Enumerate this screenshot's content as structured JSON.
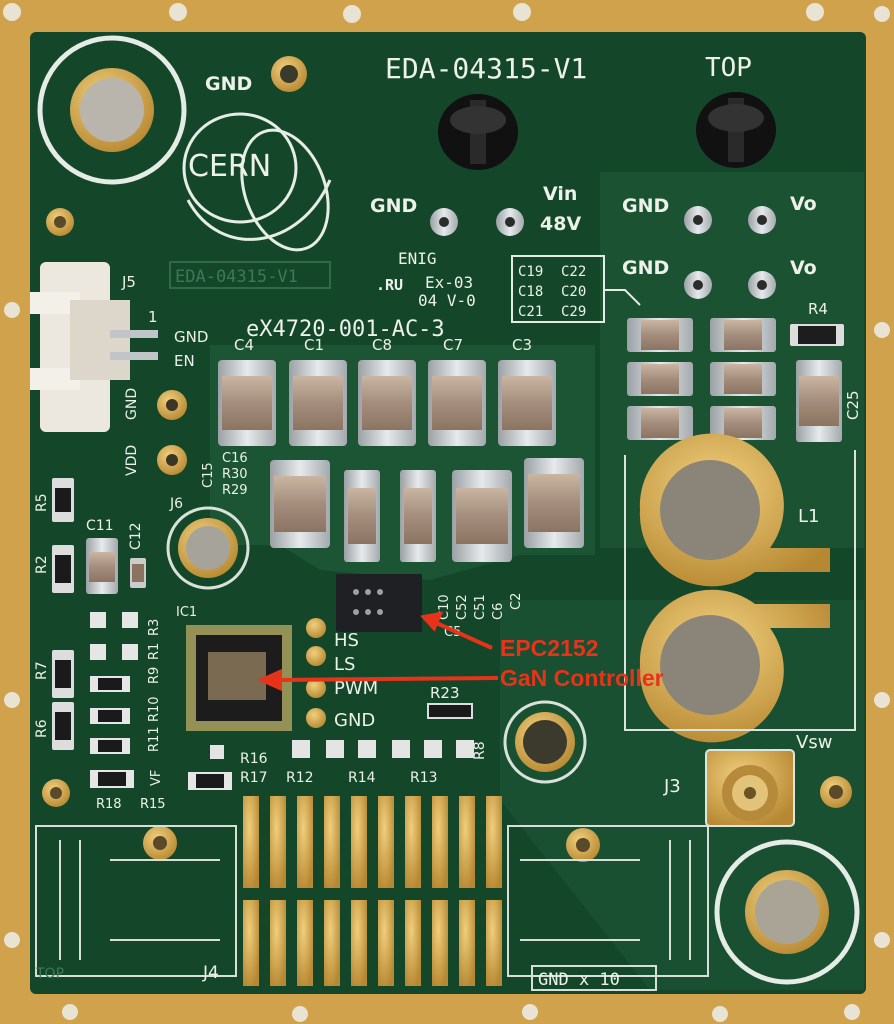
{
  "board": {
    "part_number": "EDA-04315-V1",
    "side": "TOP",
    "side_small": "TOP",
    "logo_text": "CERN",
    "logo_part": "EDA-04315-V1",
    "fab_code": "eX4720-001-AC-3",
    "finish": "ENIG",
    "ul_mark": ".RU",
    "ul_code_1": "Ex-03",
    "ul_code_2": "04 V-0",
    "gnd_count": "GND x 10"
  },
  "labels": {
    "gnd_top": "GND",
    "vin_gnd": "GND",
    "vin": "Vin",
    "vin_value": "48V",
    "vo_gnd_1": "GND",
    "vo_1": "Vo",
    "vo_gnd_2": "GND",
    "vo_2": "Vo",
    "j5": "J5",
    "j5_pin1": "1",
    "j5_gnd": "GND",
    "j5_en": "EN",
    "j6": "J6",
    "j6_gnd": "GND",
    "j6_vdd": "VDD",
    "hs": "HS",
    "ls": "LS",
    "pwm": "PWM",
    "gnd_pad": "GND",
    "vsw": "Vsw",
    "j3": "J3",
    "j4": "J4",
    "l1": "L1",
    "c19": "C19",
    "c22": "C22",
    "c18": "C18",
    "c20": "C20",
    "c21": "C21",
    "c29": "C29",
    "c4": "C4",
    "c1": "C1",
    "c8": "C8",
    "c7": "C7",
    "c3": "C3",
    "r4": "R4",
    "c25": "C25",
    "c16": "C16",
    "c15": "C15",
    "r30": "R30",
    "r29": "R29",
    "c11": "C11",
    "c12": "C12",
    "r5": "R5",
    "r2": "R2",
    "c10": "C10",
    "c52": "C52",
    "c51": "C51",
    "c6": "C6",
    "c2": "C2",
    "c5": "C5",
    "ic1": "IC1",
    "r3": "R3",
    "r1": "R1",
    "r9": "R9",
    "r7": "R7",
    "r10": "R10",
    "r11": "R11",
    "r6": "R6",
    "r23": "R23",
    "r8": "R8",
    "r16": "R16",
    "r17": "R17",
    "r12": "R12",
    "r14": "R14",
    "r13": "R13",
    "vf": "VF",
    "r18": "R18",
    "r15": "R15"
  },
  "annotation": {
    "line1": "EPC2152",
    "line2": "GaN Controller",
    "color": "#e8331b"
  },
  "colors": {
    "board": "#154a2c",
    "copper_pour": "#1b5534",
    "gold": "#d1a34c",
    "silkscreen": "#ecf1ea"
  }
}
